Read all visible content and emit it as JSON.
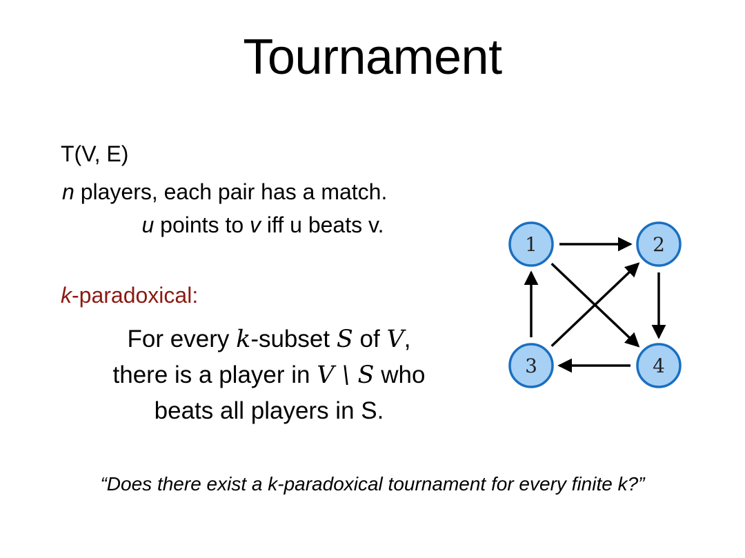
{
  "slide": {
    "title": "Tournament",
    "definition": "T(V, E)",
    "players_var": "n",
    "players_rest": " players, each pair has a match.",
    "points_u": "u",
    "points_mid": " points to ",
    "points_v": "v",
    "points_rest": " iff u beats v.",
    "kparadox_var": "k",
    "kparadox_rest": "-paradoxical:",
    "body": {
      "l1_a": "For every ",
      "l1_k": "k",
      "l1_b": "-subset ",
      "l1_S": "S",
      "l1_c": " of ",
      "l1_V": "V",
      "l1_d": ",",
      "l2_a": "there is a player in ",
      "l2_math": "V \\ S",
      "l2_b": " who",
      "l3": "beats all players in S."
    },
    "question": "“Does there exist a k-paradoxical tournament for every finite k?”"
  },
  "graph": {
    "node_fill": "#a7d0f5",
    "node_stroke": "#1a6fc0",
    "nodes": [
      {
        "id": "1",
        "label": "1"
      },
      {
        "id": "2",
        "label": "2"
      },
      {
        "id": "3",
        "label": "3"
      },
      {
        "id": "4",
        "label": "4"
      }
    ],
    "edges": [
      {
        "from": "1",
        "to": "2"
      },
      {
        "from": "2",
        "to": "4"
      },
      {
        "from": "4",
        "to": "3"
      },
      {
        "from": "3",
        "to": "1"
      },
      {
        "from": "1",
        "to": "4"
      },
      {
        "from": "3",
        "to": "2"
      }
    ]
  }
}
